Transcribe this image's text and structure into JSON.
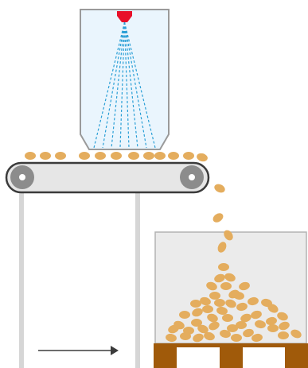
{
  "colors": {
    "background": "#ffffff",
    "chamber_fill": "#eaf5fd",
    "chamber_stroke": "#9a9a9a",
    "nozzle": "#e8102a",
    "spray": "#2a9fd6",
    "belt_fill": "#e6e6e6",
    "belt_stroke": "#3b3b3b",
    "roller_fill": "#8c8c8c",
    "roller_hub": "#ffffff",
    "frame": "#d6d6d6",
    "arrow": "#3b3b3b",
    "bin_fill": "#ebebeb",
    "bin_stroke": "#b3b3b3",
    "pallet": "#a05a0a",
    "bean": "#e4ad5e"
  },
  "icons": {
    "nozzle": "spray-nozzle-icon",
    "direction": "right-arrow-icon"
  },
  "components": [
    "spray-chamber",
    "conveyor-belt",
    "falling-beans",
    "collection-bin",
    "wooden-pallet"
  ],
  "direction": "right"
}
